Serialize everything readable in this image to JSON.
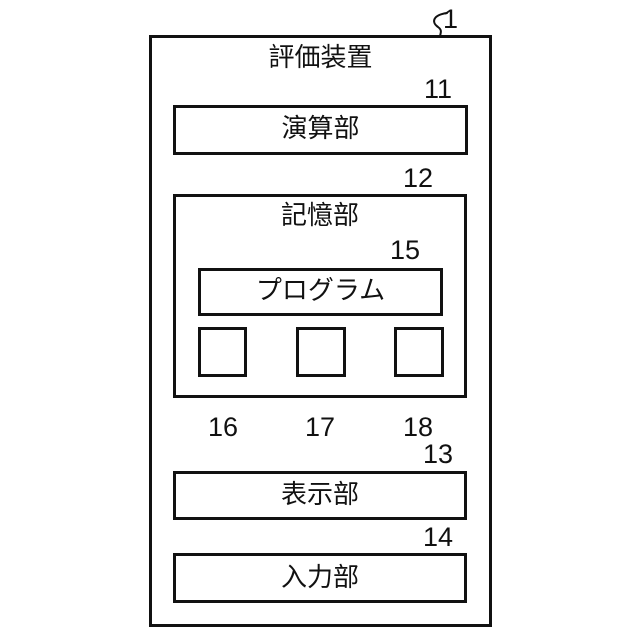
{
  "diagram": {
    "figure_type": "patent-block-diagram",
    "device": {
      "label": "評価装置",
      "ref": "1"
    },
    "blocks": [
      {
        "id": "computing-unit",
        "label": "演算部",
        "ref": "11"
      },
      {
        "id": "storage-unit",
        "label": "記憶部",
        "ref": "12",
        "children": [
          {
            "id": "program",
            "label": "プログラム",
            "ref": "15"
          },
          {
            "id": "data-box-1",
            "label": "",
            "ref": "16"
          },
          {
            "id": "data-box-2",
            "label": "",
            "ref": "17"
          },
          {
            "id": "data-box-3",
            "label": "",
            "ref": "18"
          }
        ]
      },
      {
        "id": "display-unit",
        "label": "表示部",
        "ref": "13"
      },
      {
        "id": "input-unit",
        "label": "入力部",
        "ref": "14"
      }
    ],
    "colors": {
      "line": "#111111",
      "background": "#ffffff"
    }
  }
}
